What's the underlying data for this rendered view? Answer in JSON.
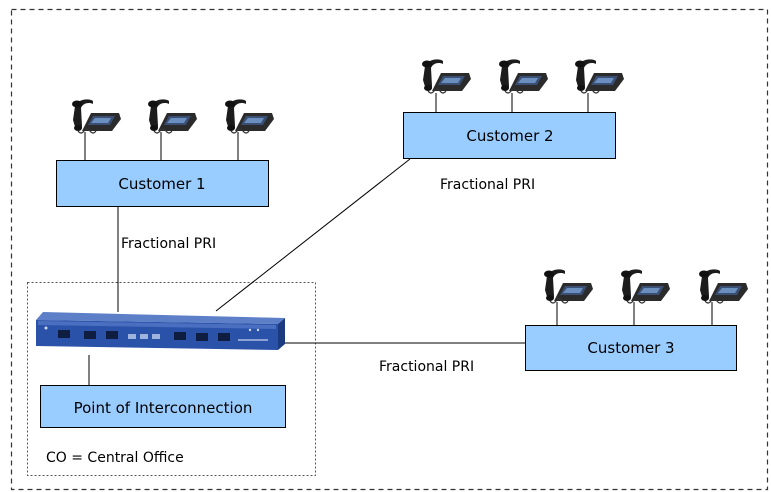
{
  "customers": [
    {
      "id": "customer-1",
      "label": "Customer 1"
    },
    {
      "id": "customer-2",
      "label": "Customer 2"
    },
    {
      "id": "customer-3",
      "label": "Customer 3"
    }
  ],
  "link_labels": {
    "customer1": "Fractional PRI",
    "customer2": "Fractional PRI",
    "customer3": "Fractional PRI"
  },
  "poi_label": "Point of Interconnection",
  "co_label": "CO = Central Office",
  "colors": {
    "box_fill": "#99ccff",
    "box_border": "#000000",
    "device_blue": "#2a52a8"
  },
  "icons": [
    "desk-phone-icon",
    "network-device-icon"
  ]
}
